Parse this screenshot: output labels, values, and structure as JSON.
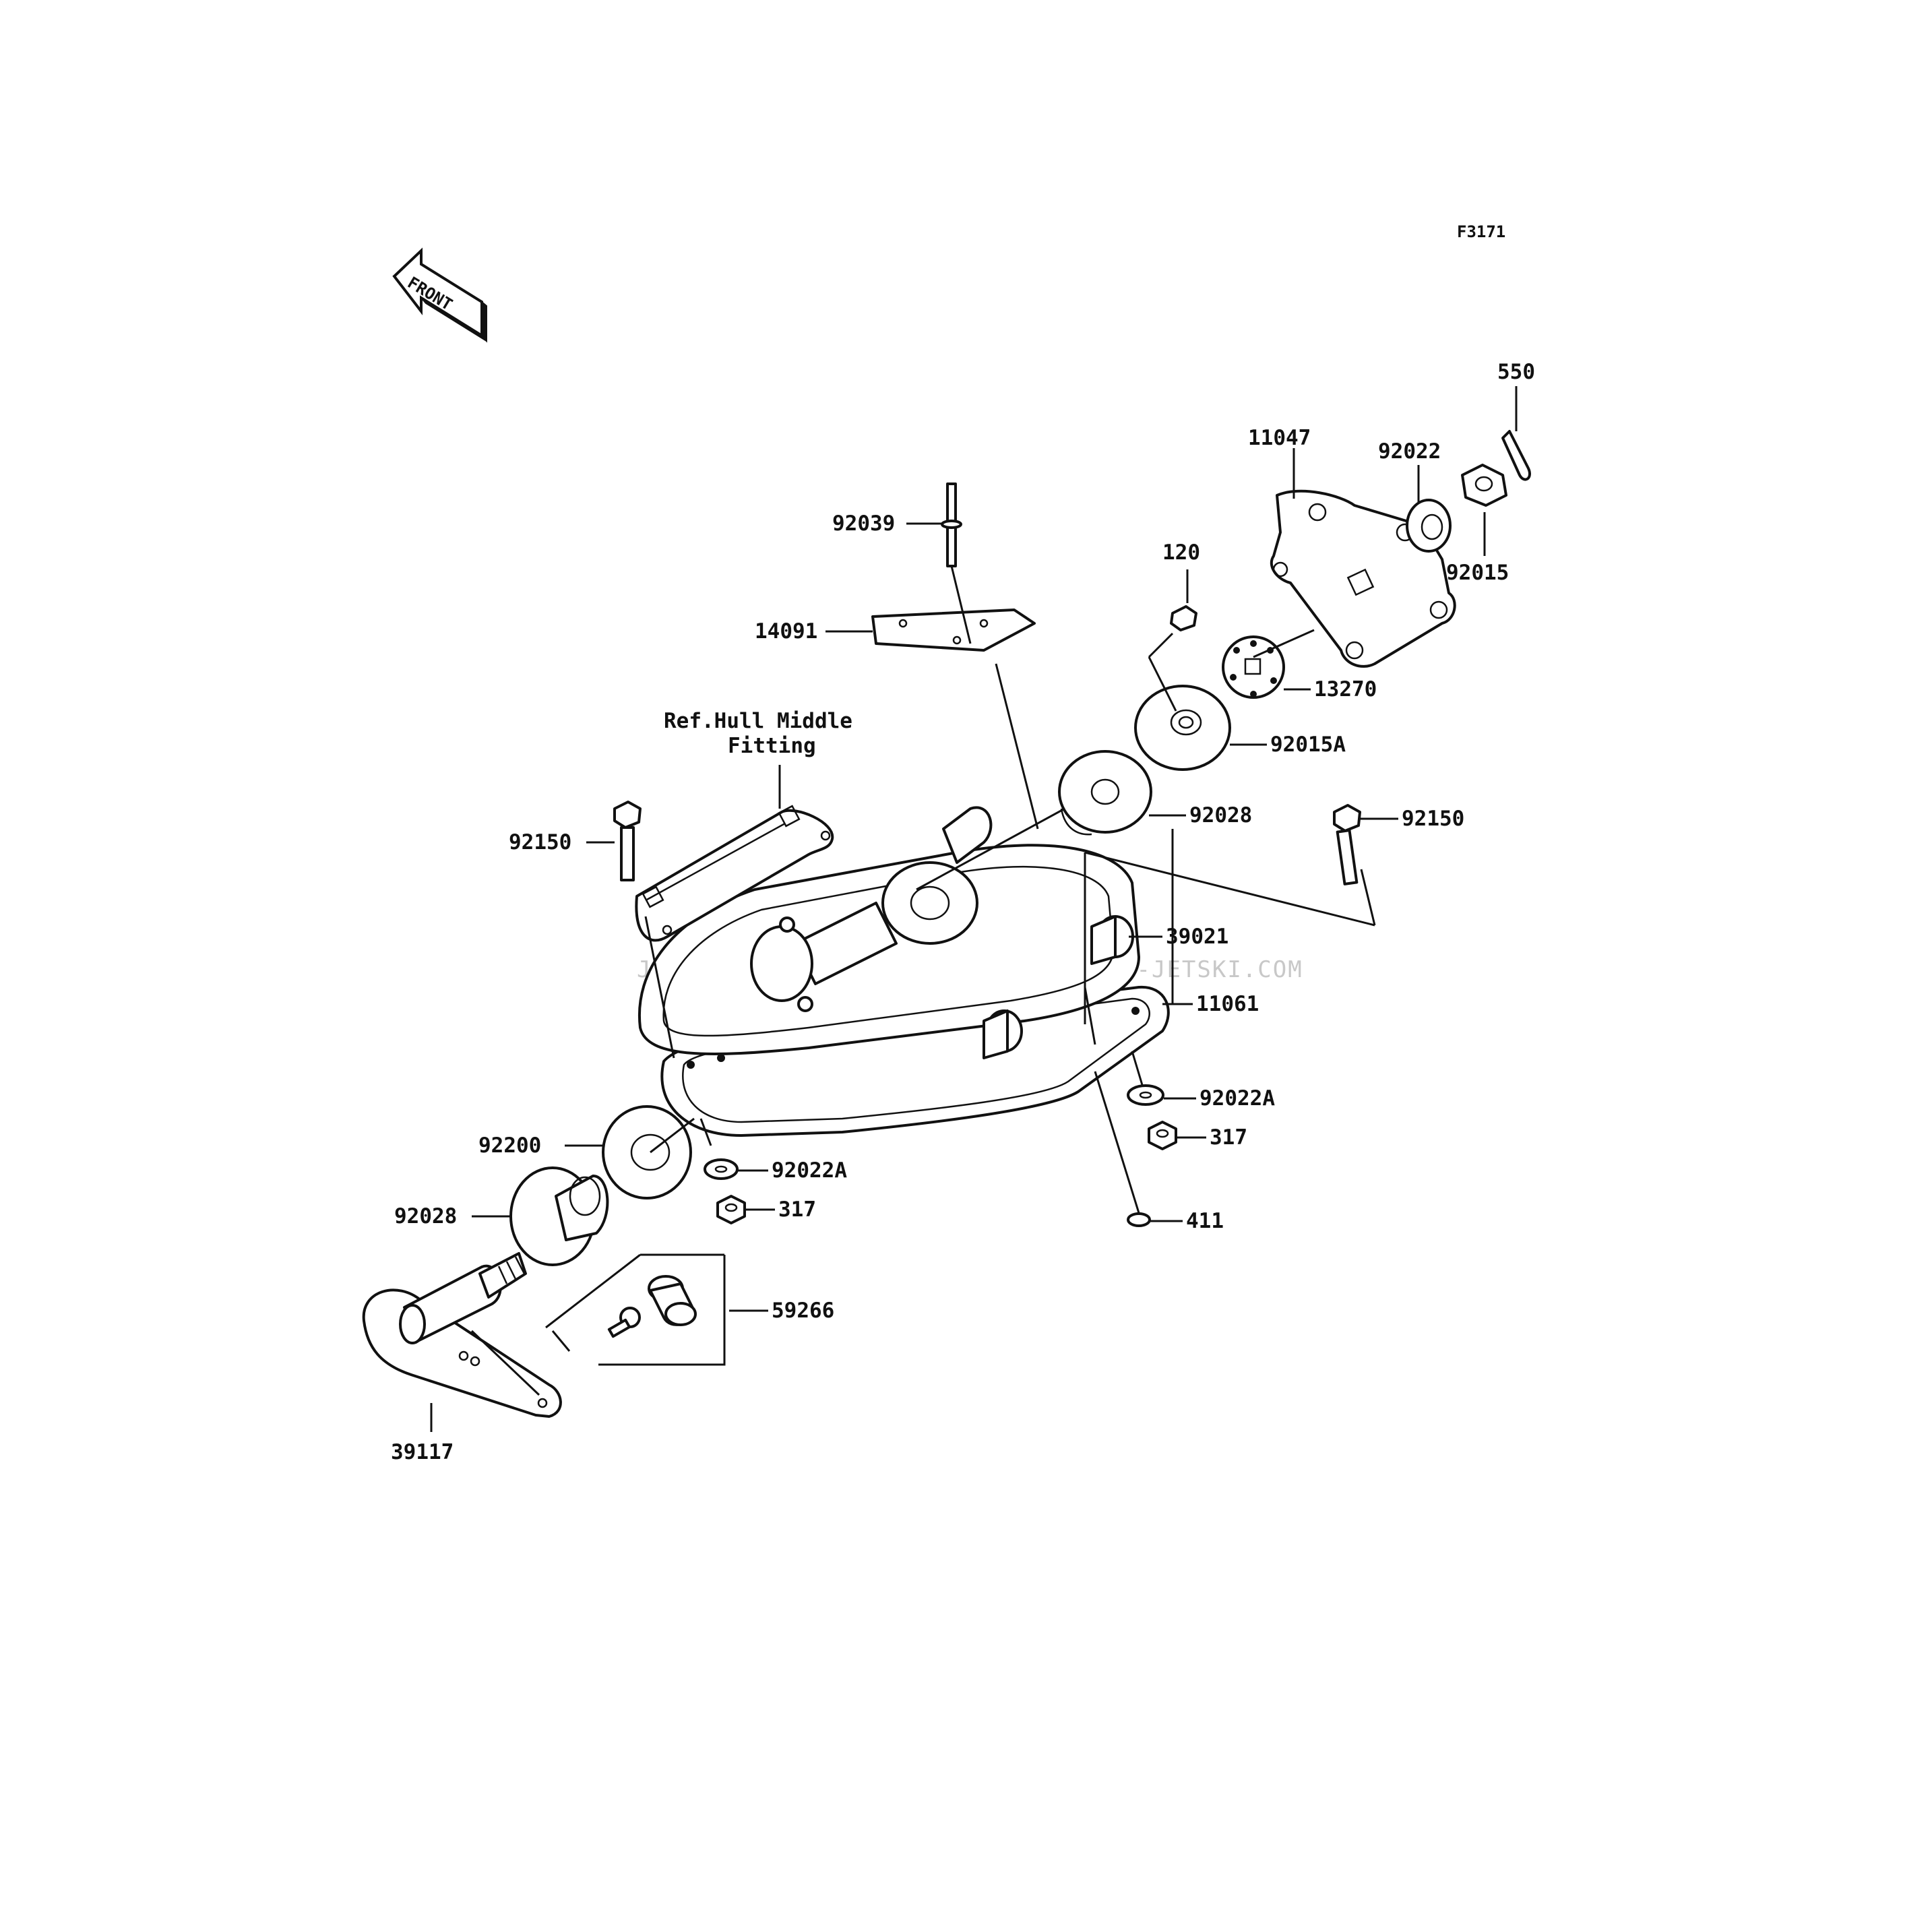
{
  "diagram_code": "F3171",
  "front_badge": "FRONT",
  "reference_note": {
    "line1": "Ref.Hull Middle",
    "line2": "Fitting"
  },
  "watermark": "JETSKI.COM  PROMO-JETSKI.COM  PROMO-JETSKI.COM",
  "labels": {
    "p550": "550",
    "p11047": "11047",
    "p92022": "92022",
    "p92015": "92015",
    "p92039": "92039",
    "p120": "120",
    "p14091": "14091",
    "p13270": "13270",
    "p92015A": "92015A",
    "p92028_top": "92028",
    "p92150_left": "92150",
    "p92150_right": "92150",
    "p39021": "39021",
    "p11061": "11061",
    "p92022A_right": "92022A",
    "p317_right": "317",
    "p92200": "92200",
    "p92022A_left": "92022A",
    "p92028_bottom": "92028",
    "p317_left": "317",
    "p411": "411",
    "p59266": "59266",
    "p39117": "39117"
  }
}
